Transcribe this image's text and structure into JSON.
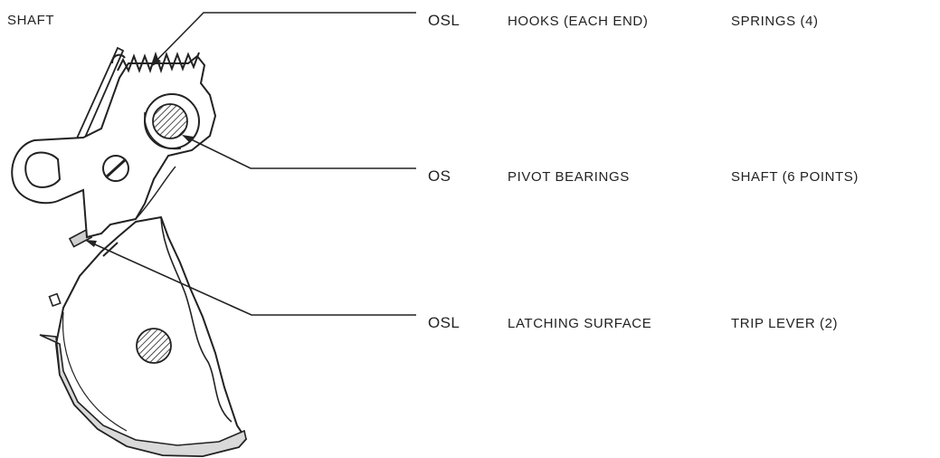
{
  "header": {
    "title": "SHAFT"
  },
  "callouts": [
    {
      "code": "OSL",
      "point": "HOOKS (EACH END)",
      "part": "SPRINGS (4)"
    },
    {
      "code": "OS",
      "point": "PIVOT BEARINGS",
      "part": "SHAFT (6 POINTS)"
    },
    {
      "code": "OSL",
      "point": "LATCHING SURFACE",
      "part": "TRIP LEVER (2)"
    }
  ],
  "colors": {
    "ink": "#222222",
    "paper": "#ffffff",
    "shade": "#cfcfcf"
  }
}
